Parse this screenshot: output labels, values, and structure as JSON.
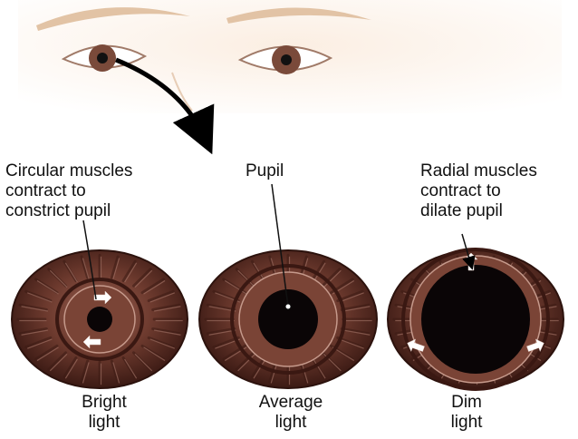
{
  "labels": {
    "circular": [
      "Circular muscles",
      "contract to",
      "constrict pupil"
    ],
    "pupil": "Pupil",
    "radial": [
      "Radial muscles",
      "contract to",
      "dilate pupil"
    ]
  },
  "captions": [
    [
      "Bright",
      "light"
    ],
    [
      "Average",
      "light"
    ],
    [
      "Dim",
      "light"
    ]
  ],
  "colors": {
    "iris": "#5a2c22",
    "iris_light": "#8a5548",
    "pupil": "#0a0506",
    "skin": "#f7e6d6",
    "brow": "#e6c9ad",
    "arrow": "#000000"
  }
}
